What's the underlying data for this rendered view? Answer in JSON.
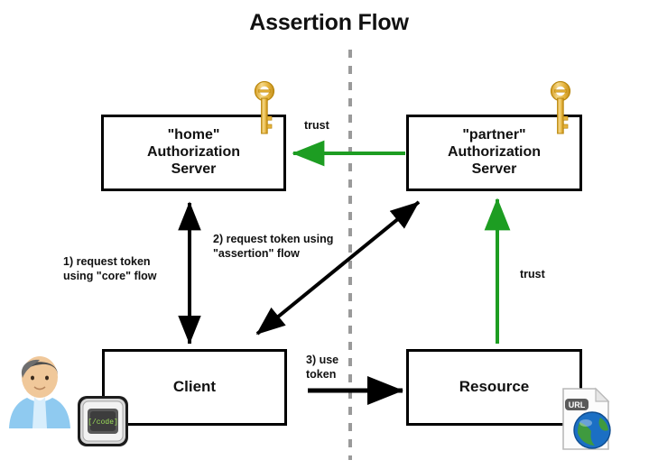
{
  "diagram": {
    "title": "Assertion Flow",
    "type": "flow-diagram",
    "background": "#ffffff",
    "colors": {
      "node_border": "#000000",
      "trust_arrow": "#1d9d22",
      "request_arrow": "#000000",
      "divider": "#9a9a9a",
      "key": "#e9b73c",
      "text": "#111111"
    },
    "divider": {
      "name": "trust-boundary",
      "style": "dashed",
      "orientation": "vertical"
    },
    "nodes": [
      {
        "id": "home-authorization-server",
        "lines": [
          "\"home\"",
          "Authorization",
          "Server"
        ],
        "label": "\"home\"\nAuthorization\nServer",
        "icon": "key-icon",
        "side": "left"
      },
      {
        "id": "partner-authorization-server",
        "lines": [
          "\"partner\"",
          "Authorization",
          "Server"
        ],
        "label": "\"partner\"\nAuthorization\nServer",
        "icon": "key-icon",
        "side": "right"
      },
      {
        "id": "client",
        "lines": [
          "Client"
        ],
        "label": "Client",
        "icon": "code-device-icon",
        "side": "left"
      },
      {
        "id": "resource",
        "lines": [
          "Resource"
        ],
        "label": "Resource",
        "icon": "url-globe-icon",
        "side": "right"
      }
    ],
    "edges": [
      {
        "id": "trust-partner-to-home",
        "label": "trust",
        "from": "partner-authorization-server",
        "to": "home-authorization-server",
        "color": "#1d9d22",
        "arrowheads": "single",
        "direction": "left"
      },
      {
        "id": "request-token-core",
        "label": "1) request token\nusing \"core\" flow",
        "from": "client",
        "to": "home-authorization-server",
        "color": "#000000",
        "arrowheads": "double",
        "direction": "vertical"
      },
      {
        "id": "request-token-assertion",
        "label": "2) request token using\n\"assertion\" flow",
        "from": "client",
        "to": "partner-authorization-server",
        "color": "#000000",
        "arrowheads": "double",
        "direction": "diagonal"
      },
      {
        "id": "use-token",
        "label": "3) use\ntoken",
        "from": "client",
        "to": "resource",
        "color": "#000000",
        "arrowheads": "single",
        "direction": "right"
      },
      {
        "id": "trust-resource-to-partner",
        "label": "trust",
        "from": "resource",
        "to": "partner-authorization-server",
        "color": "#1d9d22",
        "arrowheads": "single",
        "direction": "up"
      }
    ],
    "icons": {
      "user_avatar": "user-avatar-icon",
      "client_device": "code-device-icon",
      "client_device_text": "[/code]",
      "resource_document": "url-globe-icon",
      "resource_document_badge": "URL"
    }
  }
}
